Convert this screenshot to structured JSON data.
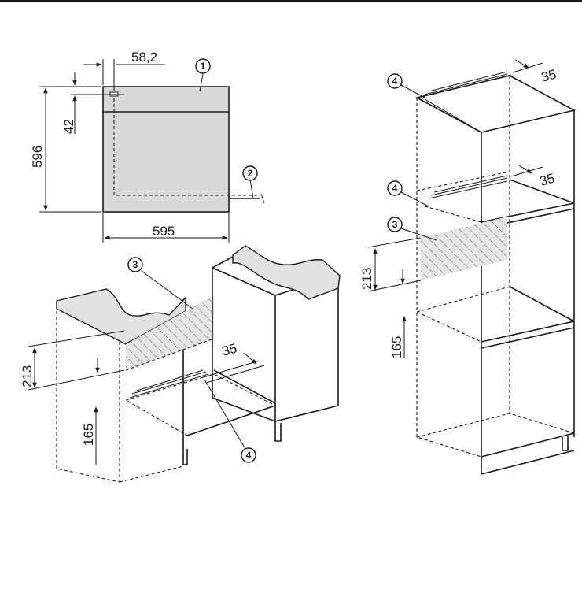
{
  "callouts": {
    "c1": "1",
    "c2": "2",
    "c3a": "3",
    "c4a": "4",
    "c4b": "4",
    "c4c": "4",
    "c3b": "3"
  },
  "front_view": {
    "dim_top": "58,2",
    "dim_handle": "42",
    "dim_height": "596",
    "dim_width": "595"
  },
  "undercounter": {
    "dim_vent": "35",
    "dim_cutout": "213",
    "dim_floor": "165"
  },
  "tall_unit": {
    "dim_vent_top": "35",
    "dim_vent_mid": "35",
    "dim_cutout": "213",
    "dim_floor": "165"
  },
  "colors": {
    "line": "#1a1a1a",
    "panel_fill": "#d9d9d9",
    "hatch": "#555555"
  }
}
